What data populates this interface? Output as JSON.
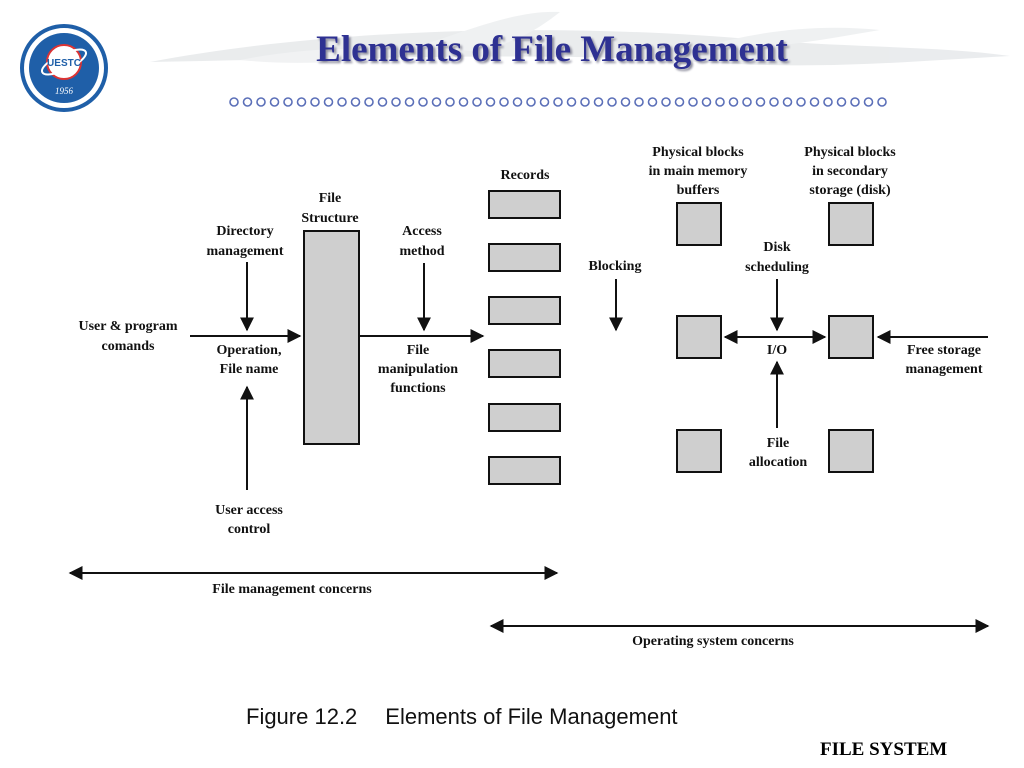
{
  "header": {
    "title": "Elements of File Management",
    "logo": {
      "text": "UESTC",
      "year": "1956"
    }
  },
  "diagram": {
    "labels": {
      "user_commands_1": "User & program",
      "user_commands_2": "comands",
      "directory_mgmt_1": "Directory",
      "directory_mgmt_2": "management",
      "operation_1": "Operation,",
      "operation_2": "File name",
      "user_access_1": "User access",
      "user_access_2": "control",
      "file_structure_1": "File",
      "file_structure_2": "Structure",
      "access_method_1": "Access",
      "access_method_2": "method",
      "file_manip_1": "File",
      "file_manip_2": "manipulation",
      "file_manip_3": "functions",
      "records": "Records",
      "blocking": "Blocking",
      "phys_main_1": "Physical blocks",
      "phys_main_2": "in main memory",
      "phys_main_3": "buffers",
      "phys_sec_1": "Physical blocks",
      "phys_sec_2": "in secondary",
      "phys_sec_3": "storage (disk)",
      "disk_sched_1": "Disk",
      "disk_sched_2": "scheduling",
      "io": "I/O",
      "free_storage_1": "Free storage",
      "free_storage_2": "management",
      "file_alloc_1": "File",
      "file_alloc_2": "allocation",
      "file_mgmt_concerns": "File management concerns",
      "os_concerns": "Operating system concerns"
    }
  },
  "caption": {
    "figure_number": "Figure 12.2",
    "figure_title": "Elements of File Management"
  },
  "footer": {
    "text": "FILE SYSTEM"
  },
  "colors": {
    "title": "#2e3192",
    "box_fill": "#cfcfcf",
    "logo_blue": "#1f5fa8"
  }
}
